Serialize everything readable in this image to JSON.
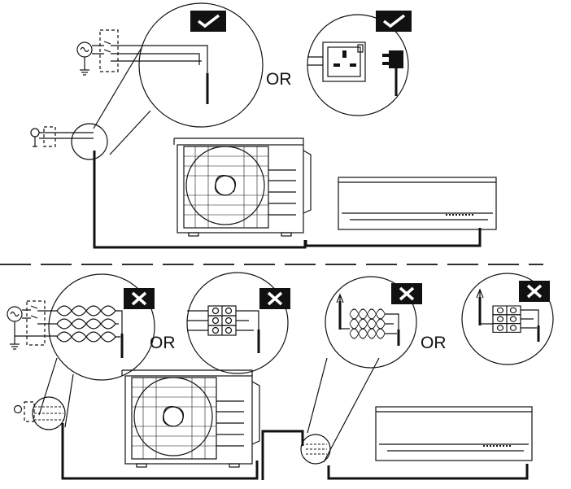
{
  "labels": {
    "or_top": "OR",
    "or_bottom_left": "OR",
    "or_bottom_right": "OR"
  },
  "colors": {
    "ink": "#111111",
    "badge_fill": "#111111",
    "badge_mark": "#ffffff"
  },
  "icons": {
    "correct": "check-mark-icon",
    "incorrect": "cross-mark-icon",
    "power_source": "ac-source-icon",
    "ground": "ground-icon"
  }
}
